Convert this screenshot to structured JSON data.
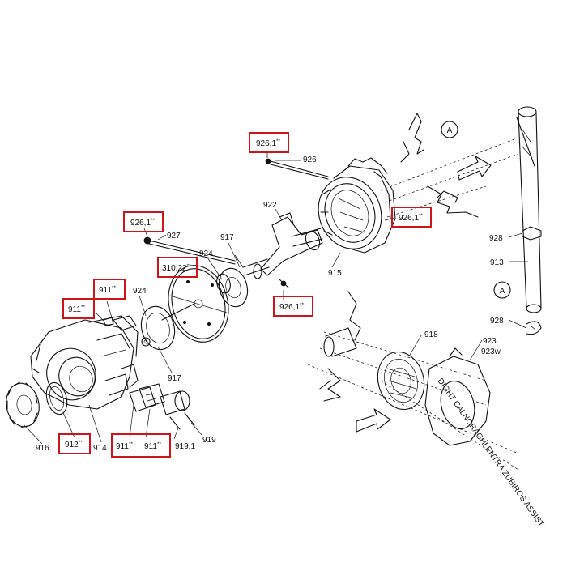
{
  "diagram": {
    "highlight_color": "#d0141a",
    "labels": {
      "l926_1_top": "926,1",
      "l926": "926",
      "l926_1_right": "926,1",
      "l926_1_left": "926,1",
      "l927": "927",
      "l922": "922",
      "l917_top": "917",
      "l924_top": "924",
      "l915": "915",
      "l310_22": "310,22",
      "l926_1_mid": "926,1",
      "l911_a": "911",
      "l911_b": "911",
      "l924_low": "924",
      "l917_low": "917",
      "l916": "916",
      "l912": "912",
      "l914": "914",
      "l911_c": "911",
      "l911_d": "911",
      "l919_1": "919,1",
      "l919": "919",
      "l918": "918",
      "l923": "923",
      "l923w": "923w",
      "l928_top": "928",
      "l913": "913",
      "l928_low": "928",
      "circle_a_top": "A",
      "circle_a_low": "A",
      "star_mark": "**"
    },
    "ring_text": {
      "rim": "DIGHT  CALNORAGHI  ENTRA  ZUBIROS  ASSIST"
    }
  }
}
